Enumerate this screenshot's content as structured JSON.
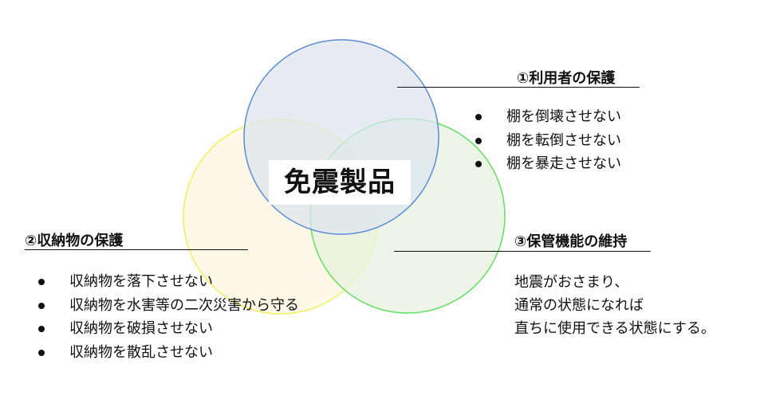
{
  "center_label": "免震製品",
  "sections": {
    "user_protection": {
      "heading": "①利用者の保護",
      "items": [
        "棚を倒壊させない",
        "棚を転倒させない",
        "棚を暴走させない"
      ]
    },
    "storage_protection": {
      "heading": "②収納物の保護",
      "items": [
        "収納物を落下させない",
        "収納物を水害等の二次災害から守る",
        "収納物を破損させない",
        "収納物を散乱させない"
      ]
    },
    "function_maintenance": {
      "heading": "③保管機能の維持",
      "lines": [
        "地震がおさまり、",
        "通常の状態になれば",
        "直ちに使用できる状態にする。"
      ]
    }
  },
  "colors": {
    "circle_blue": "#5b8bd6",
    "circle_yellow": "#f2ee58",
    "circle_green": "#5ee05e",
    "fill_blue": "#dde6ee",
    "fill_yellow": "#fdf6dd",
    "fill_green": "#e6f2df"
  }
}
